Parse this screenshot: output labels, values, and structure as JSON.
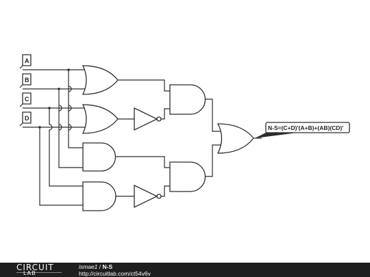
{
  "inputs": [
    "A",
    "B",
    "C",
    "D"
  ],
  "output_label": "N-S=(C+D)'(A+B)+(AB)(CD)'",
  "footer": {
    "logo_top": "CIRCUIT",
    "logo_bottom": "LAB",
    "author": "ismae1",
    "separator": " / ",
    "title": "N-S",
    "url": "http://circuitlab.com/ct54v6v"
  },
  "colors": {
    "wire": "#2b2b2b",
    "footer_bg": "#1e1e1e",
    "output_tag": "#2b2b2b"
  }
}
